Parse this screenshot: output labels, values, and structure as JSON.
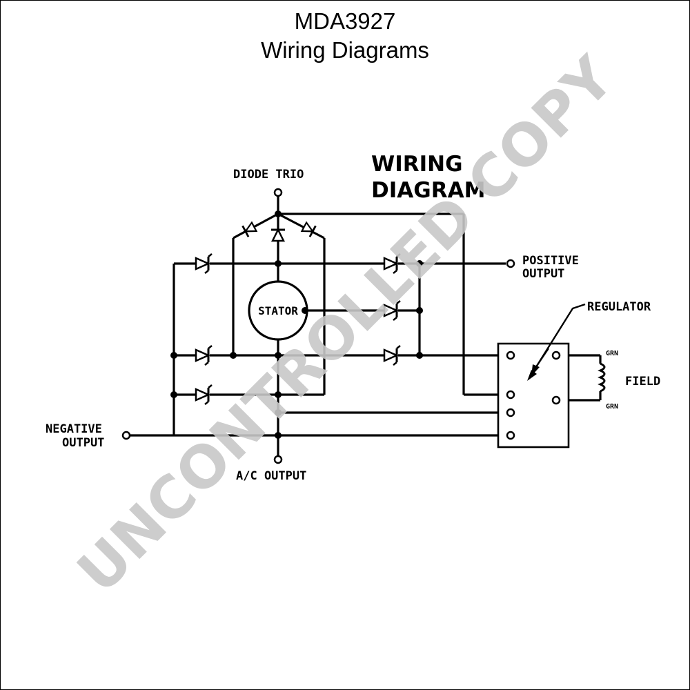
{
  "document": {
    "title": "MDA3927",
    "subtitle": "Wiring Diagrams"
  },
  "diagram": {
    "heading_line1": "WIRING",
    "heading_line2": "DIAGRAM",
    "labels": {
      "diode_trio": "DIODE TRIO",
      "positive_output_line1": "POSITIVE",
      "positive_output_line2": "OUTPUT",
      "regulator": "REGULATOR",
      "stator": "STATOR",
      "field": "FIELD",
      "grn_top": "GRN",
      "grn_bottom": "GRN",
      "negative_output_line1": "NEGATIVE",
      "negative_output_line2": "OUTPUT",
      "ac_output": "A/C OUTPUT"
    }
  },
  "watermark": {
    "text": "UNCONTROLLED COPY",
    "color": "#c8c8c8"
  }
}
